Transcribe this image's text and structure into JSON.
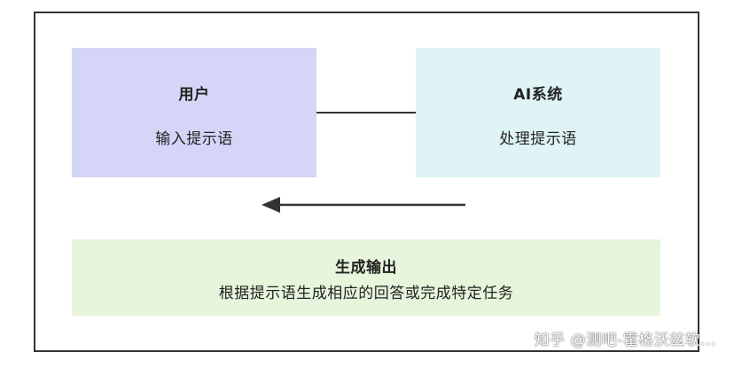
{
  "colors": {
    "user_box": "#d5d5f7",
    "ai_box": "#dff4f5",
    "output_box": "#e6f5db",
    "line": "#333333"
  },
  "user": {
    "title": "用户",
    "subtitle": "输入提示语"
  },
  "ai": {
    "title": "AI系统",
    "subtitle": "处理提示语"
  },
  "output": {
    "title": "生成输出",
    "subtitle": "根据提示语生成相应的回答或完成特定任务"
  },
  "watermark": {
    "text": "知乎 @测吧-霍格沃兹软..."
  }
}
